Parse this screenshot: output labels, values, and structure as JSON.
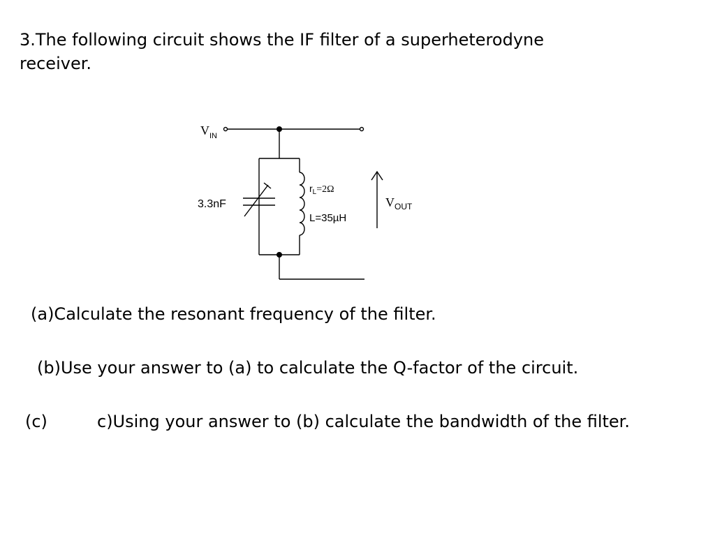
{
  "problem": {
    "line1": "3.The following circuit shows the IF filter of a superheterodyne",
    "line2": "receiver."
  },
  "circuit": {
    "vin_main": "V",
    "vin_sub": "IN",
    "capacitor_label": "3.3nF",
    "rl_main": "r",
    "rl_sub": "L",
    "rl_value": "=2Ω",
    "inductor_label": "L=35µH",
    "vout_main": "V",
    "vout_sub": "OUT"
  },
  "questions": {
    "a": "(a)Calculate the resonant frequency of the filter.",
    "b": "(b)Use your answer to (a) to calculate the Q-factor of the circuit.",
    "c_marker": "(c)",
    "c": "c)Using your answer to (b) calculate the bandwidth of the filter."
  }
}
